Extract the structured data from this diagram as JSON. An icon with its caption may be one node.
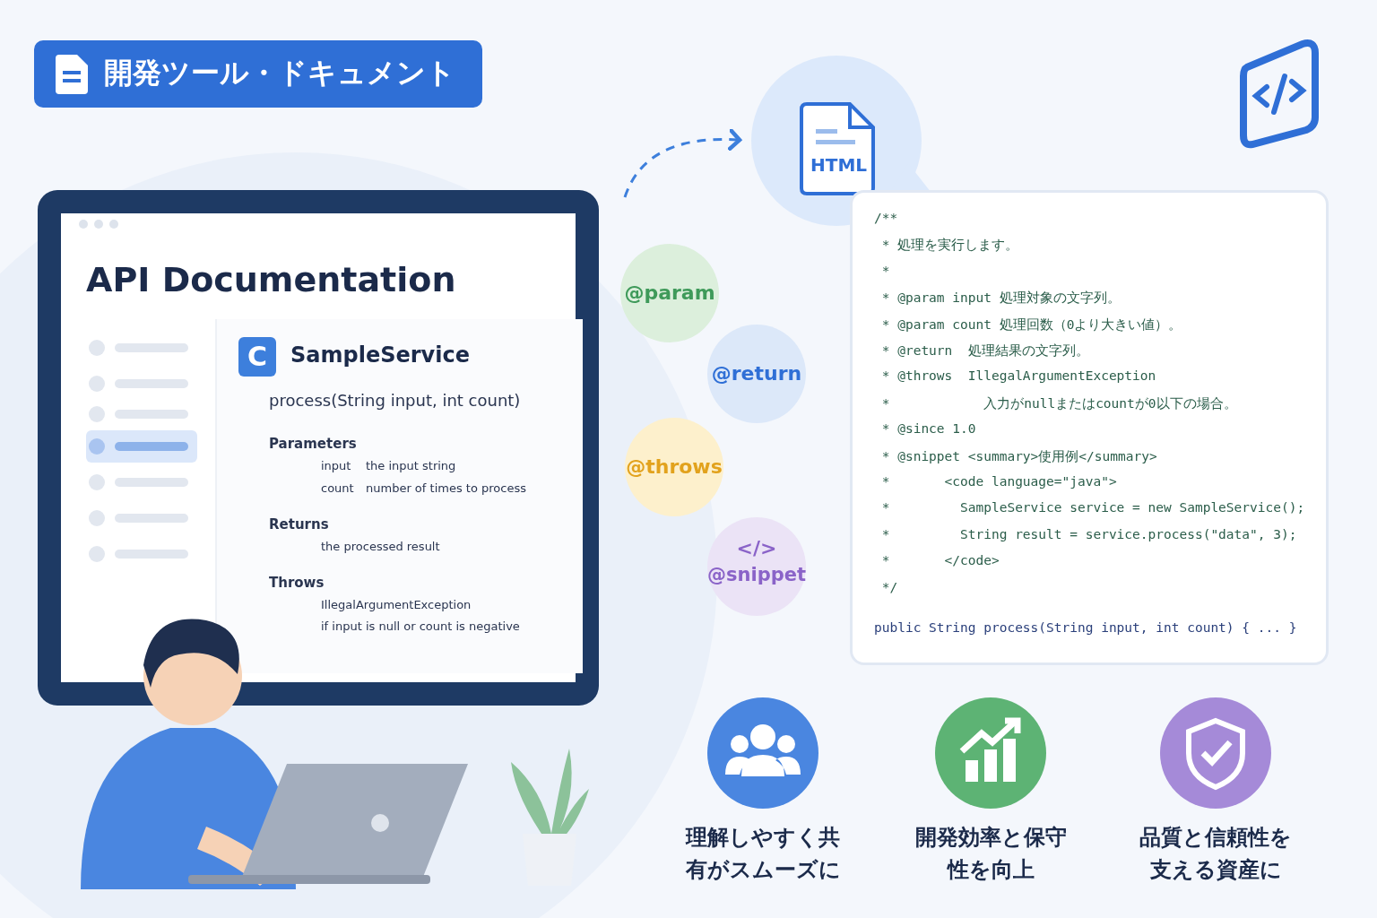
{
  "diagram": {
    "title": "開発ツール・ドキュメント",
    "nodes": [
      {
        "text": [
          "API Documentation"
        ]
      },
      {
        "text": [
          "C",
          "SampleService",
          "process(String input, int count)",
          "Parameters",
          "input",
          "the input string",
          "count",
          "number of times to process",
          "Returns",
          "the processed result",
          "Throws",
          "IllegalArgumentException",
          "if input is null or count is negative"
        ],
        "in": 0
      },
      {
        "text": [
          "HTML"
        ]
      },
      {
        "text": [
          "@param"
        ]
      },
      {
        "text": [
          "@return"
        ]
      },
      {
        "text": [
          "@throws"
        ]
      },
      {
        "text": [
          "</>",
          "@snippet"
        ]
      },
      {
        "text": [
          "/**",
          " * 処理を実行します。",
          " *",
          " * @param input 処理対象の文字列。",
          " * @param count 処理回数（0より大きい値）。",
          " * @return  処理結果の文字列。",
          " * @throws  IllegalArgumentException",
          " *            入力がnullまたはcountが0以下の場合。",
          " * @since 1.0",
          " * @snippet <summary>使用例</summary>",
          " *       <code language=\"java\">",
          " *         SampleService service = new SampleService();",
          " *         String result = service.process(\"data\", 3);",
          " *       </code>",
          " */",
          "public String process(String input, int count) { ... }"
        ]
      },
      {
        "text": [
          "理解しやすく共有がスムーズに"
        ]
      },
      {
        "text": [
          "開発効率と保守性を向上"
        ]
      },
      {
        "text": [
          "品質と信頼性を支える資産に"
        ]
      }
    ],
    "edges": [
      {
        "from": null,
        "to": 2,
        "arrow": "to",
        "style": "dashed"
      }
    ]
  }
}
